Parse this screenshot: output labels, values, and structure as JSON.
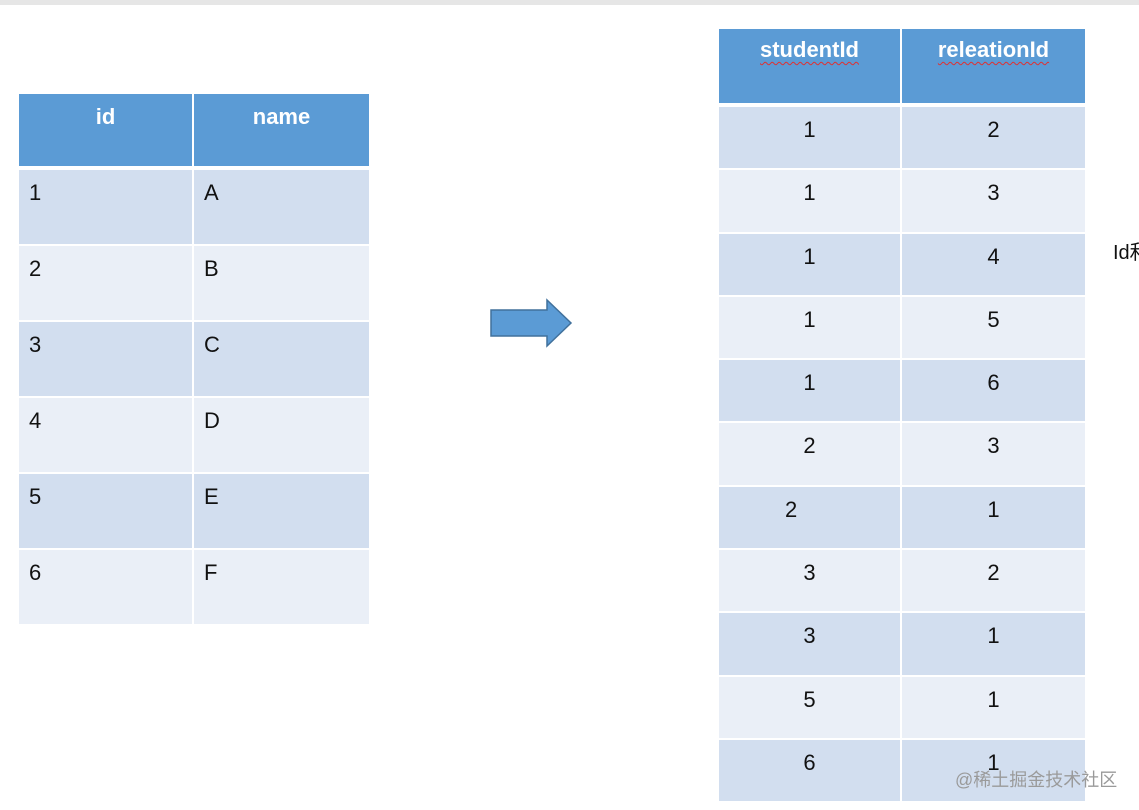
{
  "left_table": {
    "headers": [
      "id",
      "name"
    ],
    "rows": [
      [
        "1",
        "A"
      ],
      [
        "2",
        "B"
      ],
      [
        "3",
        "C"
      ],
      [
        "4",
        "D"
      ],
      [
        "5",
        "E"
      ],
      [
        "6",
        "F"
      ]
    ]
  },
  "right_table": {
    "headers": [
      "studentId",
      "releationId"
    ],
    "rows": [
      [
        "1",
        "2"
      ],
      [
        "1",
        "3"
      ],
      [
        "1",
        "4"
      ],
      [
        "1",
        "5"
      ],
      [
        "1",
        "6"
      ],
      [
        "2",
        "3"
      ],
      [
        "2",
        "1"
      ],
      [
        "3",
        "2"
      ],
      [
        "3",
        "1"
      ],
      [
        "5",
        "1"
      ],
      [
        "6",
        "1"
      ]
    ]
  },
  "arrow_icon": "right-arrow-icon",
  "colors": {
    "header_fill": "#5b9bd5",
    "row_odd": "#d2deef",
    "row_even": "#eaeff7",
    "arrow_fill": "#5b9bd5",
    "arrow_stroke": "#41719c"
  },
  "edge_text": "Id和",
  "watermark": "@稀土掘金技术社区"
}
